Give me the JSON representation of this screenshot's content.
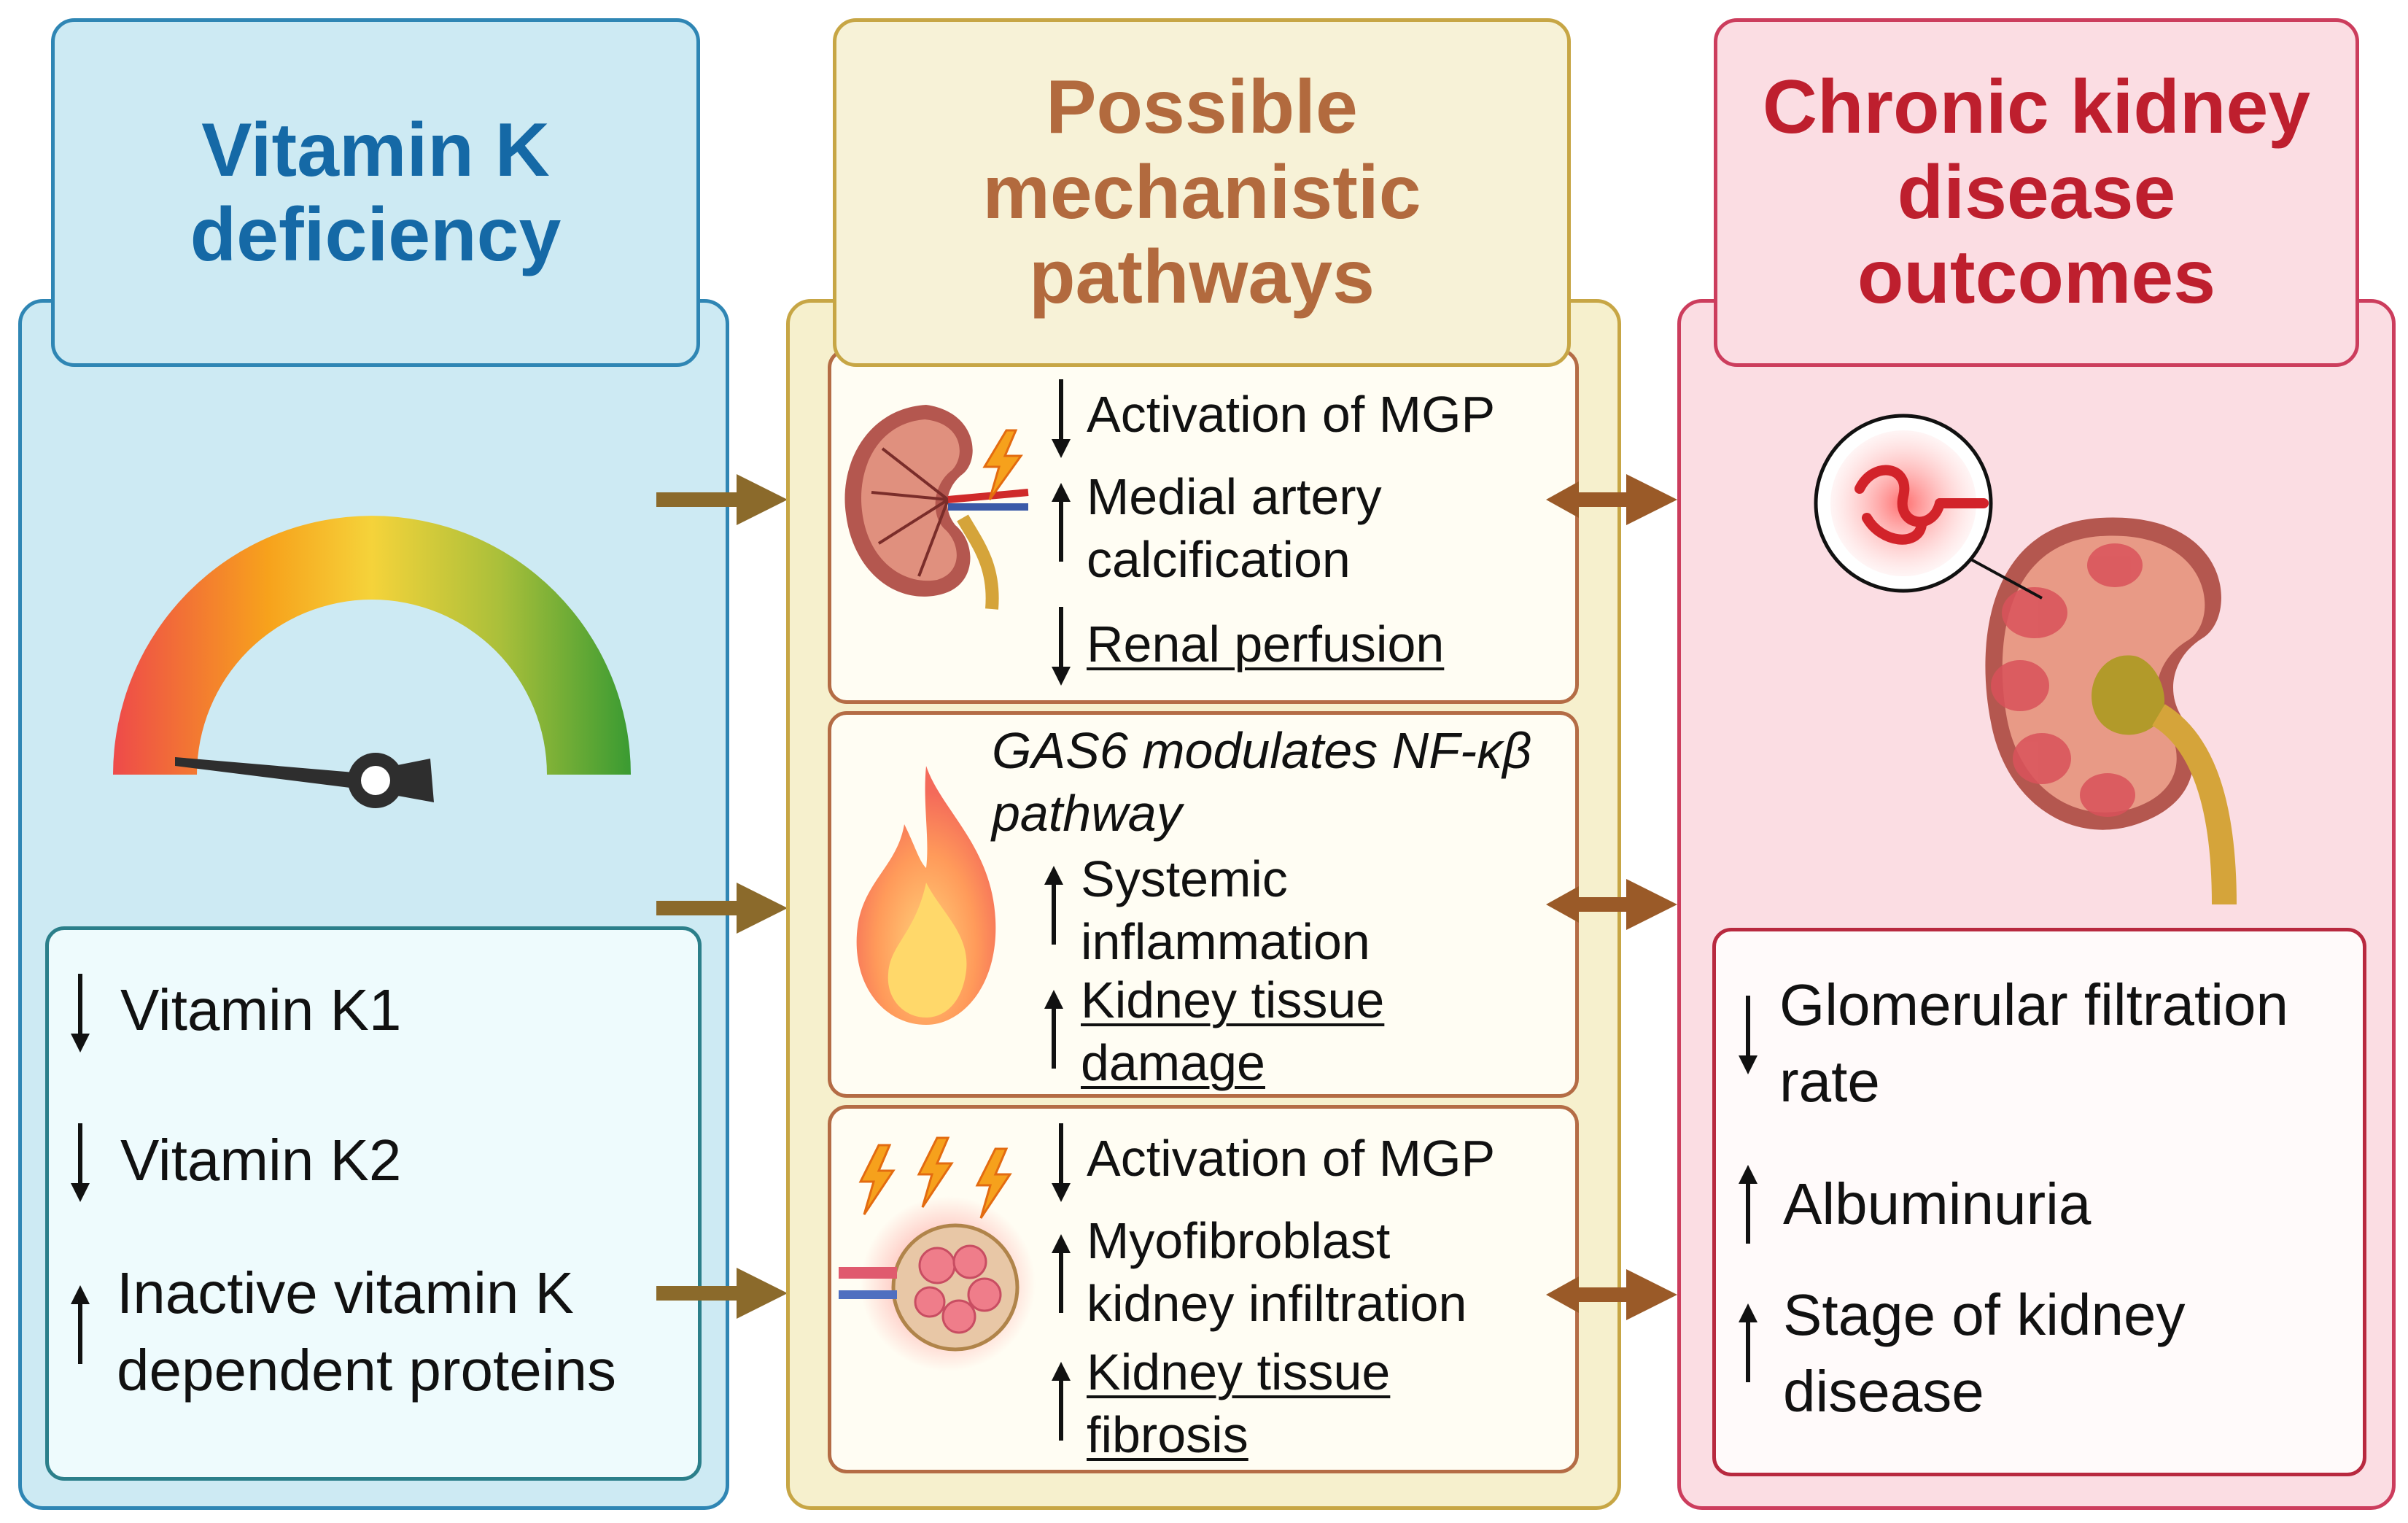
{
  "columns": {
    "deficiency": {
      "title_lines": [
        "Vitamin K",
        "deficiency"
      ],
      "items": [
        {
          "direction": "down",
          "lines": [
            "Vitamin K1"
          ]
        },
        {
          "direction": "down",
          "lines": [
            "Vitamin K2"
          ]
        },
        {
          "direction": "up",
          "lines": [
            "Inactive vitamin K",
            "dependent proteins"
          ]
        }
      ]
    },
    "pathways": {
      "title_lines": [
        "Possible",
        "mechanistic",
        "pathways"
      ],
      "box1": {
        "items": [
          {
            "direction": "down",
            "lines": [
              "Activation of MGP"
            ]
          },
          {
            "direction": "up",
            "lines": [
              "Medial artery",
              "calcification"
            ]
          },
          {
            "direction": "down",
            "lines": [
              "Renal perfusion"
            ],
            "underline": true
          }
        ]
      },
      "box2": {
        "heading_lines": [
          "GAS6 modulates NF-κβ",
          "pathway"
        ],
        "items": [
          {
            "direction": "up",
            "lines": [
              "Systemic",
              "inflammation"
            ]
          },
          {
            "direction": "up",
            "lines": [
              "Kidney tissue",
              "damage"
            ],
            "underline": true
          }
        ]
      },
      "box3": {
        "items": [
          {
            "direction": "down",
            "lines": [
              "Activation of MGP"
            ]
          },
          {
            "direction": "up",
            "lines": [
              "Myofibroblast",
              "kidney infiltration"
            ]
          },
          {
            "direction": "up",
            "lines": [
              "Kidney tissue",
              "fibrosis"
            ],
            "underline": true
          }
        ]
      }
    },
    "outcomes": {
      "title_lines": [
        "Chronic kidney",
        "disease",
        "outcomes"
      ],
      "items": [
        {
          "direction": "down",
          "lines": [
            "Glomerular filtration",
            "rate"
          ]
        },
        {
          "direction": "up",
          "lines": [
            "Albuminuria"
          ]
        },
        {
          "direction": "up",
          "lines": [
            "Stage of kidney",
            "disease"
          ]
        }
      ]
    }
  },
  "icons": {
    "gauge": "deficiency-gauge-icon",
    "kidney_small_1": "kidney-cross-section-icon",
    "lightning": "lightning-bolt-icon",
    "flame": "flame-icon",
    "glomerulus": "inflamed-glomerulus-icon",
    "kidney_large": "kidney-with-glomerulus-inset-icon"
  },
  "colors": {
    "deficiency_border": "#2f86b4",
    "deficiency_title": "#1569a6",
    "pathway_border": "#c7a645",
    "pathway_title": "#b26a3e",
    "outcome_border": "#cc3d5d",
    "outcome_title": "#be1f2e",
    "connector_arrow": "#8b6a2b"
  }
}
